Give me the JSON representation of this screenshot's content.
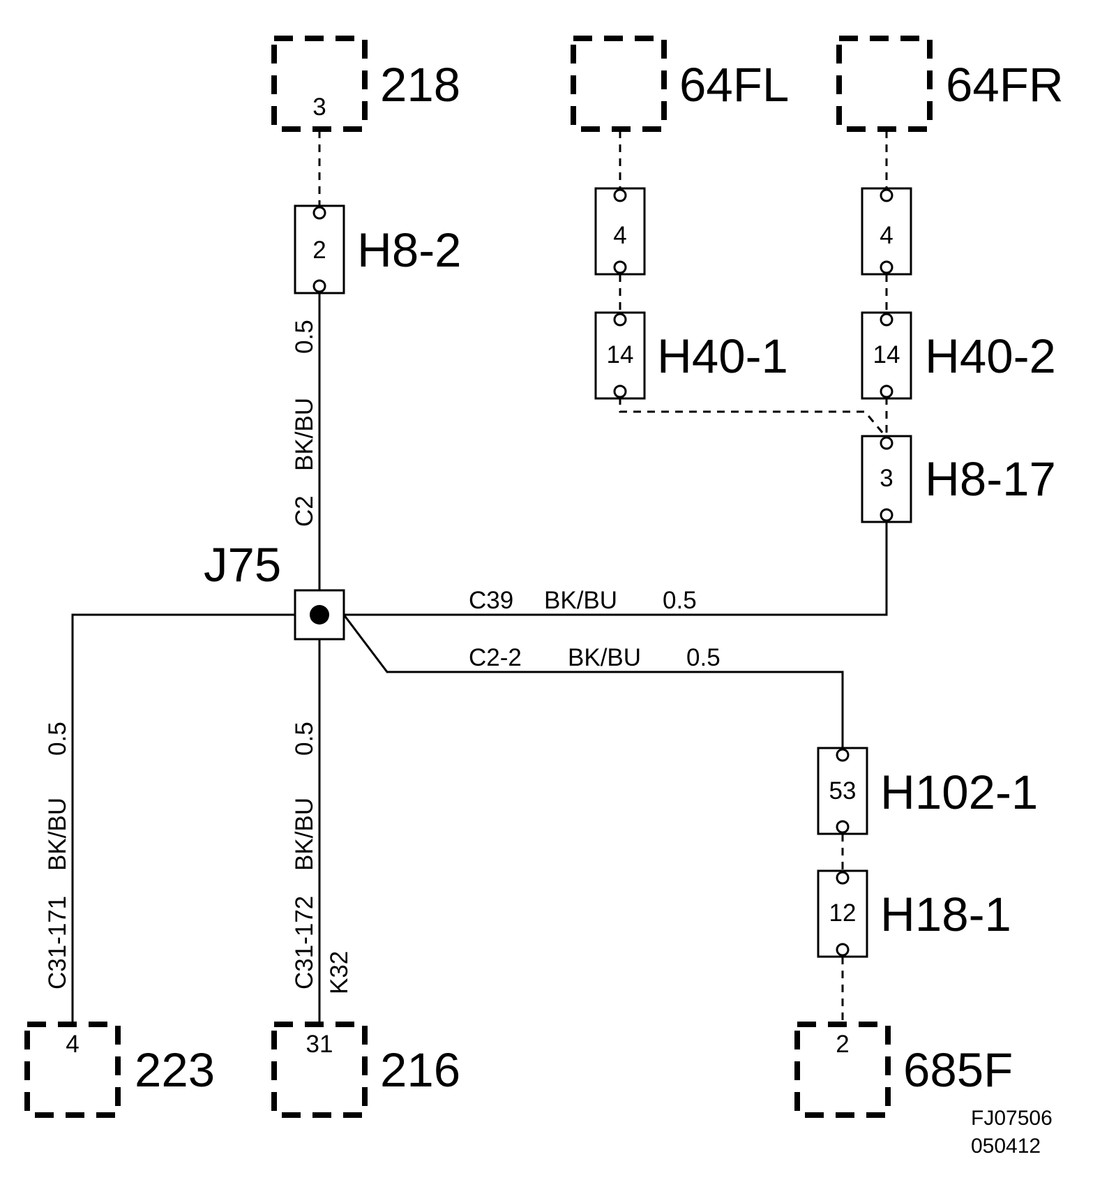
{
  "components": {
    "c218": {
      "label": "218",
      "pin": "3"
    },
    "c64fl": {
      "label": "64FL"
    },
    "c64fr": {
      "label": "64FR"
    },
    "c223": {
      "label": "223",
      "pin": "4"
    },
    "c216": {
      "label": "216",
      "pin": "31"
    },
    "c685f": {
      "label": "685F",
      "pin": "2"
    }
  },
  "connectors": {
    "h8_2": {
      "label": "H8-2",
      "pin": "2"
    },
    "h40_1_upper": {
      "pin": "4"
    },
    "h40_1": {
      "label": "H40-1",
      "pin": "14"
    },
    "h40_2_upper": {
      "pin": "4"
    },
    "h40_2": {
      "label": "H40-2",
      "pin": "14"
    },
    "h8_17": {
      "label": "H8-17",
      "pin": "3"
    },
    "h102_1": {
      "label": "H102-1",
      "pin": "53"
    },
    "h18_1": {
      "label": "H18-1",
      "pin": "12"
    }
  },
  "splice": {
    "label": "J75"
  },
  "wires": {
    "c2": {
      "circuit": "C2",
      "color": "BK/BU",
      "size": "0.5"
    },
    "c39": {
      "circuit": "C39",
      "color": "BK/BU",
      "size": "0.5"
    },
    "c2_2": {
      "circuit": "C2-2",
      "color": "BK/BU",
      "size": "0.5"
    },
    "c31_171": {
      "circuit": "C31-171",
      "color": "BK/BU",
      "size": "0.5"
    },
    "c31_172": {
      "circuit": "C31-172",
      "color": "BK/BU",
      "size": "0.5",
      "extra": "K32"
    }
  },
  "footer": {
    "code1": "FJ07506",
    "code2": "050412"
  }
}
